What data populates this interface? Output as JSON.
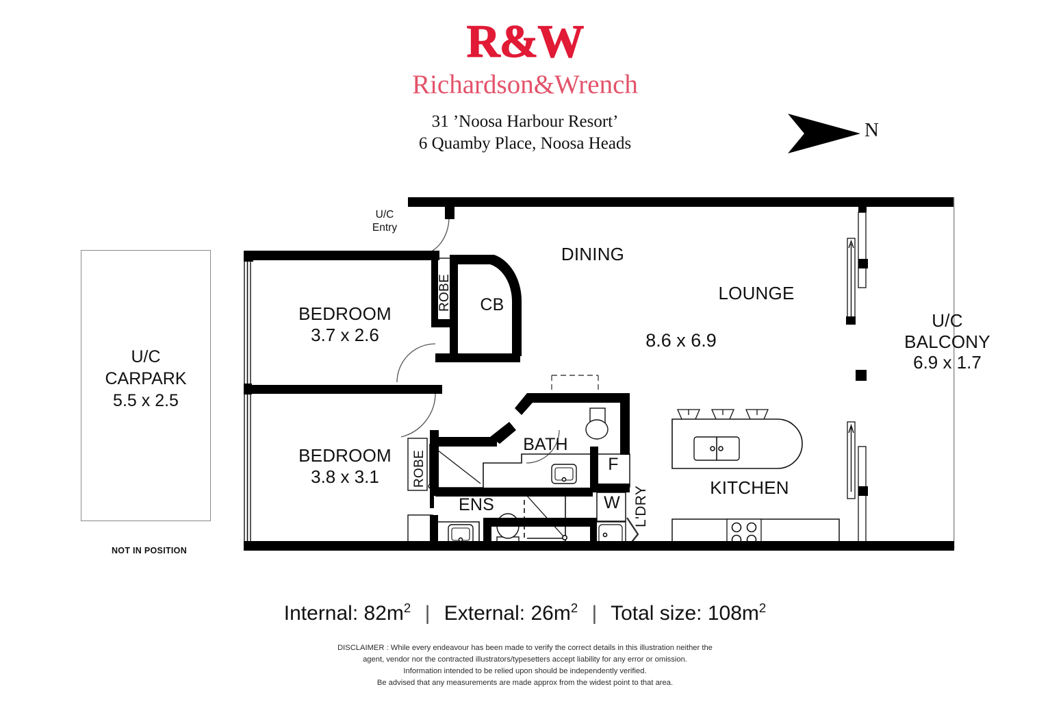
{
  "header": {
    "logo_mark": "R&W",
    "logo_wordmark": "Richardson&Wrench",
    "address_line1": "31 ’Noosa Harbour Resort’",
    "address_line2": "6 Quamby Place, Noosa Heads",
    "brand_red": "#e11a36",
    "wordmark_red": "#e3536a"
  },
  "compass": {
    "label": "N",
    "direction": "right"
  },
  "carpark": {
    "line1": "U/C",
    "line2": "CARPARK",
    "line3": "5.5 x 2.5",
    "note": "NOT IN POSITION"
  },
  "rooms": {
    "entry": {
      "line1": "U/C",
      "line2": "Entry"
    },
    "bedroom1": {
      "name": "BEDROOM",
      "dims": "3.7 x 2.6"
    },
    "bedroom2": {
      "name": "BEDROOM",
      "dims": "3.8 x 3.1"
    },
    "dining": {
      "name": "DINING"
    },
    "lounge": {
      "name": "LOUNGE",
      "dims": "8.6 x 6.9"
    },
    "kitchen": {
      "name": "KITCHEN"
    },
    "bath": {
      "name": "BATH"
    },
    "ens": {
      "name": "ENS"
    },
    "balcony": {
      "line1": "U/C",
      "line2": "BALCONY",
      "line3": "6.9 x 1.7"
    },
    "cb": {
      "name": "CB"
    },
    "robe1": {
      "name": "ROBE"
    },
    "robe2": {
      "name": "ROBE"
    },
    "laundry": {
      "name": "L'DRY"
    },
    "fridge": {
      "name": "F"
    },
    "washer": {
      "name": "W"
    }
  },
  "areas": {
    "internal_label": "Internal:",
    "internal_value": "82m",
    "internal_sup": "2",
    "external_label": "External:",
    "external_value": "26m",
    "external_sup": "2",
    "total_label": "Total size:",
    "total_value": "108m",
    "total_sup": "2",
    "separator": "|"
  },
  "disclaimer": {
    "line1": "DISCLAIMER : While every endeavour has been made to verify the correct details in this illustration neither the",
    "line2": "agent, vendor nor the contracted illustrators/typesetters accept liability for any error or omission.",
    "line3": "Information intended to be relied upon should be independently verified.",
    "line4": "Be advised that any measurements are made approx from the widest point to that area."
  },
  "style": {
    "wall_color": "#000000",
    "fixture_line": "#111111",
    "thin_line": "#6f6f6f"
  }
}
